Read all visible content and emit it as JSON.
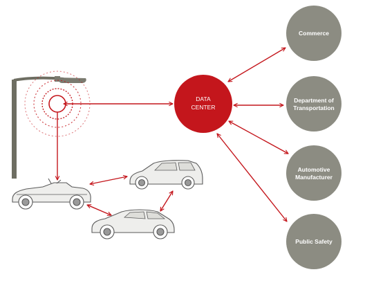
{
  "center": {
    "line1": "DATA",
    "line2": "CENTER"
  },
  "nodes": [
    {
      "lines": [
        "Commerce"
      ]
    },
    {
      "lines": [
        "Department of",
        "Transportation"
      ]
    },
    {
      "lines": [
        "Automotive",
        "Manufacturer"
      ]
    },
    {
      "lines": [
        "Public Safety"
      ]
    }
  ],
  "colors": {
    "accent": "#c4161c",
    "node_gray": "#8c8c82",
    "pole": "#6e6e62",
    "car_line": "#5a5a5a"
  }
}
